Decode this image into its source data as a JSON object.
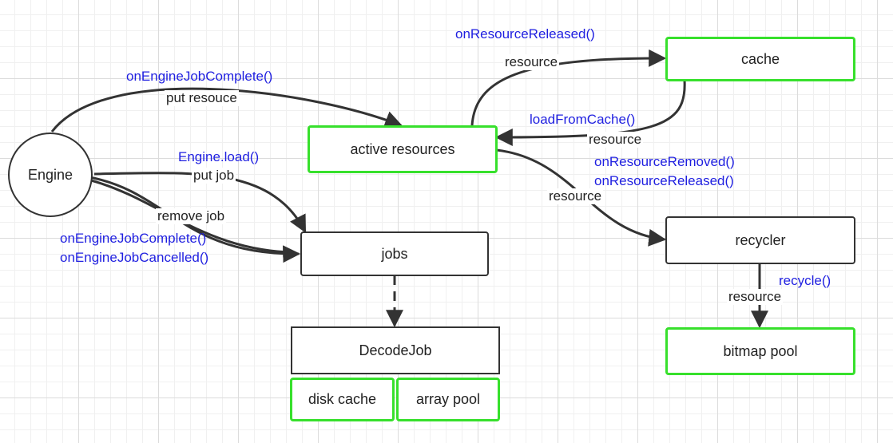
{
  "nodes": {
    "engine": "Engine",
    "active_resources": "active resources",
    "cache": "cache",
    "jobs": "jobs",
    "decode_job": "DecodeJob",
    "disk_cache": "disk cache",
    "array_pool": "array pool",
    "recycler": "recycler",
    "bitmap_pool": "bitmap pool"
  },
  "edge_labels": {
    "put_resouce": "put resouce",
    "put_job": "put job",
    "remove_job": "remove job",
    "resource_to_cache": "resource",
    "resource_from_cache": "resource",
    "resource_to_recycler": "resource",
    "resource_to_bitmap": "resource"
  },
  "callbacks": {
    "on_engine_job_complete_top": "onEngineJobComplete()",
    "engine_load": "Engine.load()",
    "on_engine_job_complete_left": "onEngineJobComplete()",
    "on_engine_job_cancelled": "onEngineJobCancelled()",
    "on_resource_released_top": "onResourceReleased()",
    "load_from_cache": "loadFromCache()",
    "on_resource_removed": "onResourceRemoved()",
    "on_resource_released_mid": "onResourceReleased()",
    "recycle": "recycle()"
  },
  "colors": {
    "green_border": "#37e02c",
    "callback_text": "#1f1fe0"
  }
}
